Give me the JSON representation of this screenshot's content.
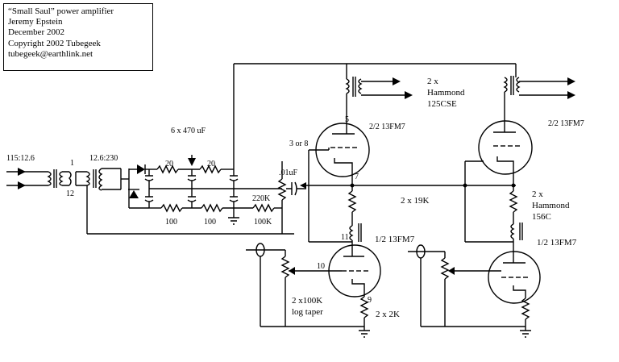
{
  "title_block": {
    "line1": "“Small Saul” power amplifier",
    "line2": "Jeremy Epstein",
    "line3": "December 2002",
    "line4": "Copyright 2002 Tubegeek",
    "line5": "tubegeek@earthlink.net"
  },
  "labels": {
    "t1_primary": "115:12.6",
    "t1_pin1": "1",
    "t1_pin12": "12",
    "t2_ratio": "12.6:230",
    "caps": "6 x 470 uF",
    "r_20a": "20",
    "r_20b": "20",
    "r_100a": "100",
    "r_100b": "100",
    "r_100k": "100K",
    "r_220k": "220K",
    "cap_01": ".01uF",
    "opt_count": "2 x",
    "opt_name": "Hammond",
    "opt_model": "125CSE",
    "pin5": "5",
    "tube_left_top": "2/2 13FM7",
    "tube_right_top": "2/2 13FM7",
    "pin3or8": "3 or 8",
    "pin7": "7",
    "r_19k": "2 x 19K",
    "choke_count": "2 x",
    "choke_name": "Hammond",
    "choke_model": "156C",
    "pin11": "11",
    "tube_left_bot": "1/2 13FM7",
    "tube_right_bot": "1/2 13FM7",
    "pin10": "10",
    "pot_value": "2 x100K",
    "pot_taper": "log taper",
    "pin9": "9",
    "r_2k": "2 x 2K"
  }
}
